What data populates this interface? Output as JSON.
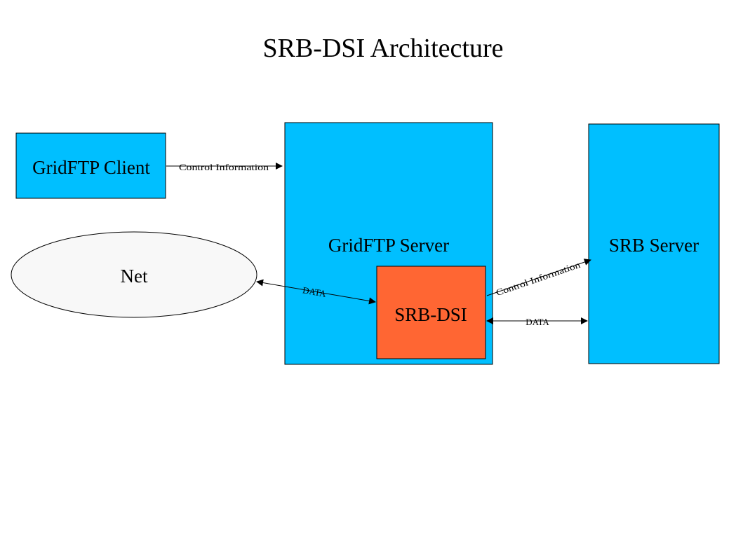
{
  "title": "SRB-DSI Architecture",
  "colors": {
    "component_fill": "#00BFFF",
    "dsi_fill": "#FF6633",
    "net_fill": "#F8F8F8",
    "stroke": "#000000",
    "background": "#FFFFFF"
  },
  "nodes": {
    "gridftp_client": "GridFTP Client",
    "gridftp_server": "GridFTP Server",
    "srb_server": "SRB Server",
    "net": "Net",
    "srb_dsi": "SRB-DSI"
  },
  "edges": {
    "client_to_server": "Control Information",
    "net_to_dsi": "DATA",
    "dsi_to_srb_control": "Control Information",
    "dsi_srb_data": "DATA"
  }
}
